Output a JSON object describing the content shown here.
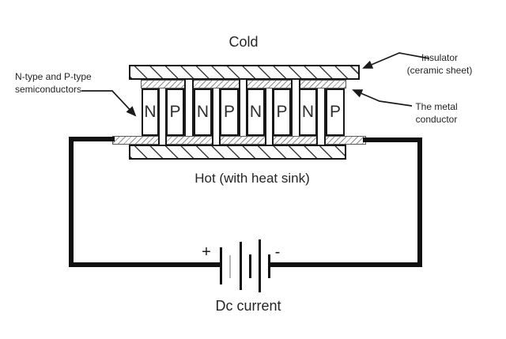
{
  "module": {
    "blocks": [
      "N",
      "P",
      "N",
      "P",
      "N",
      "P",
      "N",
      "P"
    ]
  },
  "labels": {
    "cold": "Cold",
    "hot": "Hot (with heat sink)",
    "dc_current": "Dc current",
    "semiconductors_line1": "N-type and P-type",
    "semiconductors_line2": "semiconductors",
    "insulator_line1": "Insulator",
    "insulator_line2": "(ceramic sheet)",
    "metal_conductor_line1": "The metal",
    "metal_conductor_line2": "conductor",
    "battery_plus": "+",
    "battery_minus": "-"
  },
  "colors": {
    "line": "#1a1a1a",
    "text": "#252525",
    "coarse_hatch": "#3c3c3c",
    "fine_hatch": "#8d8d8d",
    "battery_faint_line": "#b5b5b5",
    "background": "#ffffff"
  }
}
